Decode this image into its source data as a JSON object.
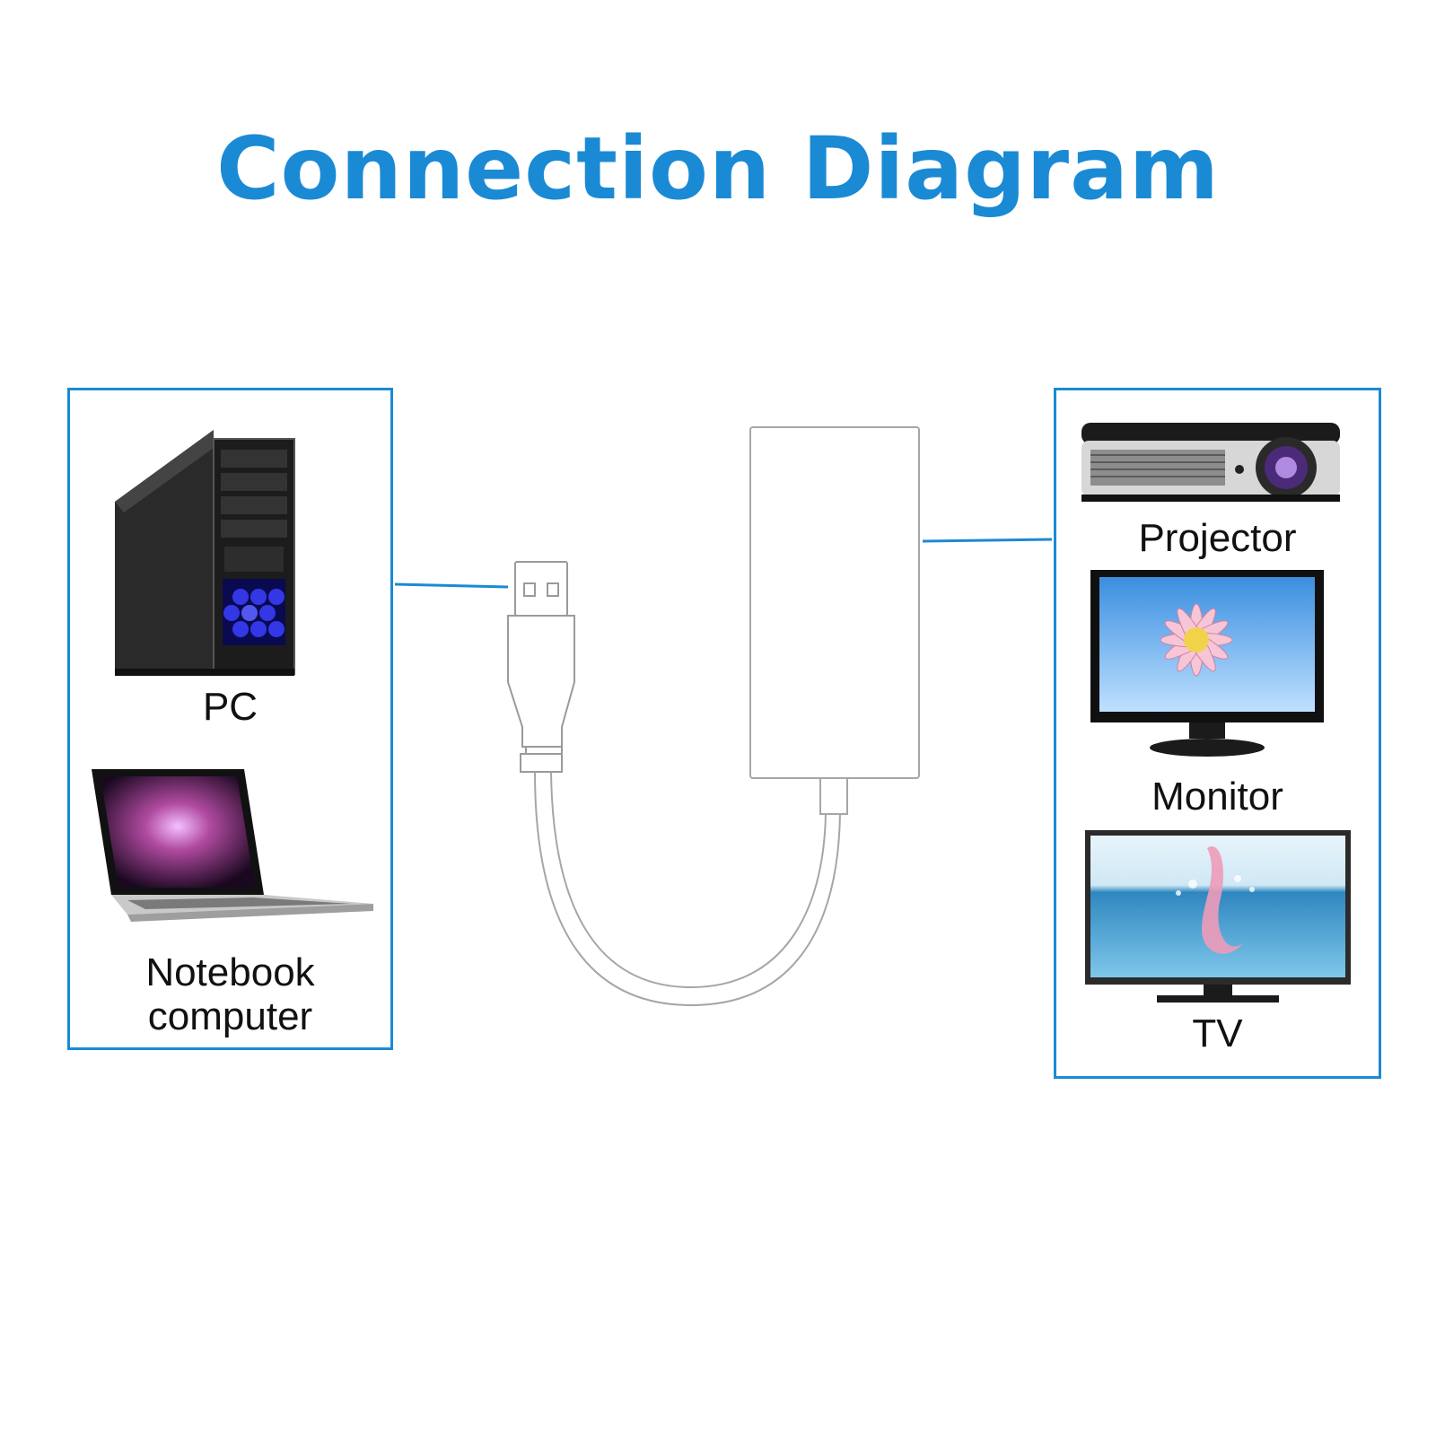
{
  "title": "Connection Diagram",
  "colors": {
    "title": "#1a8ad4",
    "frame": "#1a8ad4",
    "connector_line": "#1a8ad4",
    "adapter_outline": "#aaaaaa"
  },
  "source_devices": [
    {
      "label": "PC",
      "icon": "pc-tower-icon"
    },
    {
      "label": "Notebook\ncomputer",
      "icon": "laptop-icon"
    }
  ],
  "display_devices": [
    {
      "label": "Projector",
      "icon": "projector-icon"
    },
    {
      "label": "Monitor",
      "icon": "monitor-icon"
    },
    {
      "label": "TV",
      "icon": "tv-icon"
    }
  ]
}
